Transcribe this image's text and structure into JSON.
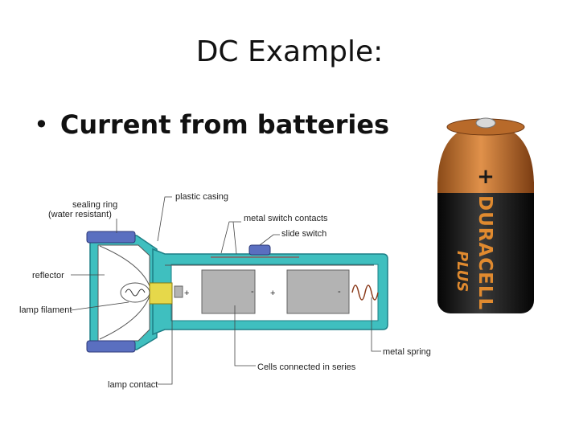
{
  "slide": {
    "title": "DC Example:",
    "bullet_marker": "•",
    "bullet_text": "Current from batteries"
  },
  "diagram": {
    "labels": {
      "sealing_ring_1": "sealing ring",
      "sealing_ring_2": "(water resistant)",
      "plastic_casing": "plastic casing",
      "metal_switch_contacts": "metal switch contacts",
      "slide_switch": "slide switch",
      "reflector": "reflector",
      "lamp_filament": "lamp filament",
      "metal_spring": "metal spring",
      "cells_connected": "Cells connected in series",
      "lamp_contact": "lamp contact"
    },
    "cell_signs": {
      "plus": "+",
      "minus": "-"
    }
  },
  "battery": {
    "brand": "DURACELL",
    "sub_brand": "PLUS",
    "plus_sign": "+"
  },
  "colors": {
    "casing": "#3fbfbf",
    "casing_stroke": "#1d7f86",
    "cell": "#b3b3b3",
    "ring": "#5a6fc0",
    "lamp": "#e6d84a",
    "battery_copper": "#c7762f",
    "battery_black": "#1a1a1a",
    "battery_text": "#e08a2f"
  }
}
